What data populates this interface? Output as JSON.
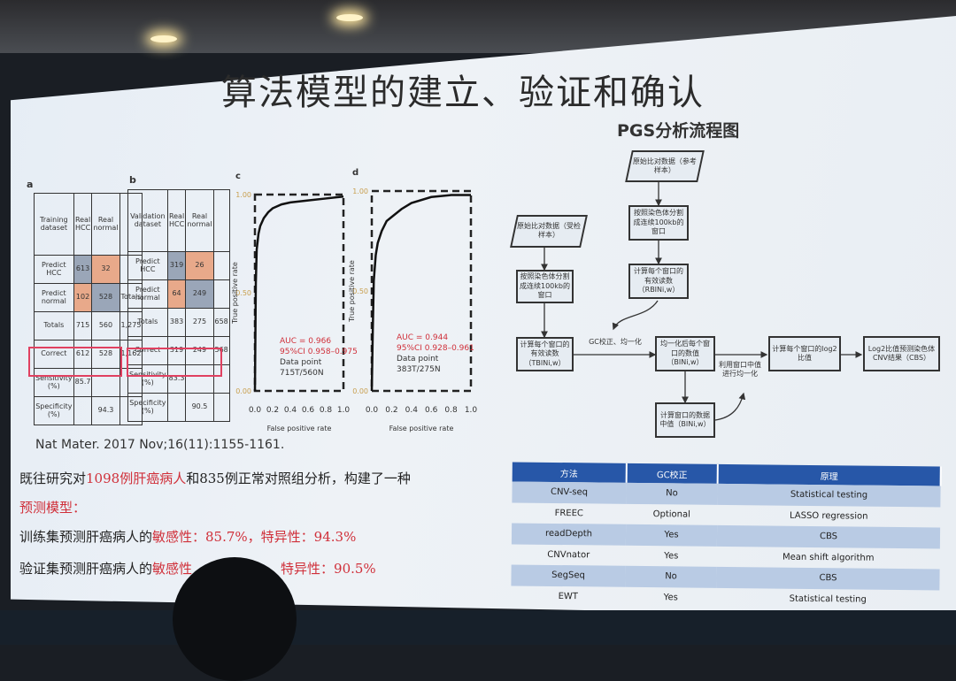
{
  "title": "算法模型的建立、验证和确认",
  "panel_a": {
    "label": "a",
    "header": [
      "Training dataset",
      "Real HCC",
      "Real normal",
      ""
    ],
    "rows": [
      [
        "Predict HCC",
        "613",
        "32",
        ""
      ],
      [
        "Predict normal",
        "102",
        "528",
        "Totals"
      ],
      [
        "Totals",
        "715",
        "560",
        "1,275"
      ],
      [
        "Correct",
        "612",
        "528",
        "1,162"
      ],
      [
        "Sensitivity (%)",
        "85.7",
        "",
        ""
      ],
      [
        "Specificity (%)",
        "",
        "94.3",
        ""
      ]
    ]
  },
  "panel_b": {
    "label": "b",
    "header": [
      "Validation dataset",
      "Real HCC",
      "Real normal",
      ""
    ],
    "rows": [
      [
        "Predict HCC",
        "319",
        "26",
        ""
      ],
      [
        "Predict normal",
        "64",
        "249",
        ""
      ],
      [
        "Totals",
        "383",
        "275",
        "658"
      ],
      [
        "Correct",
        "319",
        "249",
        "568"
      ],
      [
        "Sensitivity (%)",
        "83.3",
        "",
        ""
      ],
      [
        "Specificity (%)",
        "",
        "90.5",
        ""
      ]
    ]
  },
  "roc": [
    {
      "label": "c",
      "auc": "AUC = 0.966",
      "ci": "95%CI 0.958–0.975",
      "dp_label": "Data point",
      "dp": "715T/560N",
      "fpr": [
        0,
        0.01,
        0.02,
        0.04,
        0.06,
        0.1,
        0.15,
        0.2,
        0.3,
        0.4,
        0.6,
        0.8,
        1.0
      ],
      "tpr": [
        0,
        0.55,
        0.72,
        0.8,
        0.84,
        0.88,
        0.91,
        0.93,
        0.95,
        0.96,
        0.97,
        0.98,
        0.99
      ]
    },
    {
      "label": "d",
      "auc": "AUC = 0.944",
      "ci": "95%CI 0.928–0.961",
      "dp_label": "Data point",
      "dp": "383T/275N",
      "fpr": [
        0,
        0.01,
        0.02,
        0.04,
        0.06,
        0.1,
        0.15,
        0.2,
        0.3,
        0.4,
        0.6,
        0.8,
        1.0
      ],
      "tpr": [
        0,
        0.3,
        0.55,
        0.68,
        0.74,
        0.8,
        0.85,
        0.87,
        0.91,
        0.94,
        0.97,
        0.98,
        0.98
      ]
    }
  ],
  "roc_axes": {
    "ylabel": "True positive rate",
    "xlabel": "False positive rate",
    "yticks": [
      "0.00",
      "0.50",
      "1.00"
    ],
    "xticks": [
      "0.0",
      "0.2",
      "0.4",
      "0.6",
      "0.8",
      "1.0"
    ]
  },
  "citation": "Nat Mater. 2017 Nov;16(11):1155-1161.",
  "summary": {
    "l1a": "既往研究对",
    "l1b": "1098例肝癌病人",
    "l1c": "和835例正常对照组分析，构建了一种",
    "l2": "预测模型：",
    "l3a": "训练集预测肝癌病人的",
    "l3b": "敏感性：85.7%，特异性：94.3%",
    "l4a": "验证集预测肝癌病人的",
    "l4b": "敏感性",
    "l4d": "特异性：90.5%"
  },
  "flow": {
    "title": "PGS分析流程图",
    "ref_input": "原始比对数据（参考样本）",
    "ref_split": "按照染色体分割成连续100kb的窗口",
    "ref_count": "计算每个窗口的有效读数（RBINi,w）",
    "test_input": "原始比对数据（受检样本）",
    "test_split": "按照染色体分割成连续100kb的窗口",
    "test_count": "计算每个窗口的有效读数（TBINi,w）",
    "gc": "GC校正、均一化",
    "norm": "均一化后每个窗口的数值（BINi,w）",
    "median": "计算窗口的数据中值（BINi,w）",
    "median_norm": "利用窗口中值进行均一化",
    "log2": "计算每个窗口的log2比值",
    "cnv": "Log2比值预测染色体CNV结果（CBS）"
  },
  "methods": {
    "headers": [
      "方法",
      "GC校正",
      "原理"
    ],
    "rows": [
      [
        "CNV-seq",
        "No",
        "Statistical testing"
      ],
      [
        "FREEC",
        "Optional",
        "LASSO regression"
      ],
      [
        "readDepth",
        "Yes",
        "CBS"
      ],
      [
        "CNVnator",
        "Yes",
        "Mean shift algorithm"
      ],
      [
        "SegSeq",
        "No",
        "CBS"
      ],
      [
        "EWT",
        "Yes",
        "Statistical testing"
      ]
    ]
  }
}
